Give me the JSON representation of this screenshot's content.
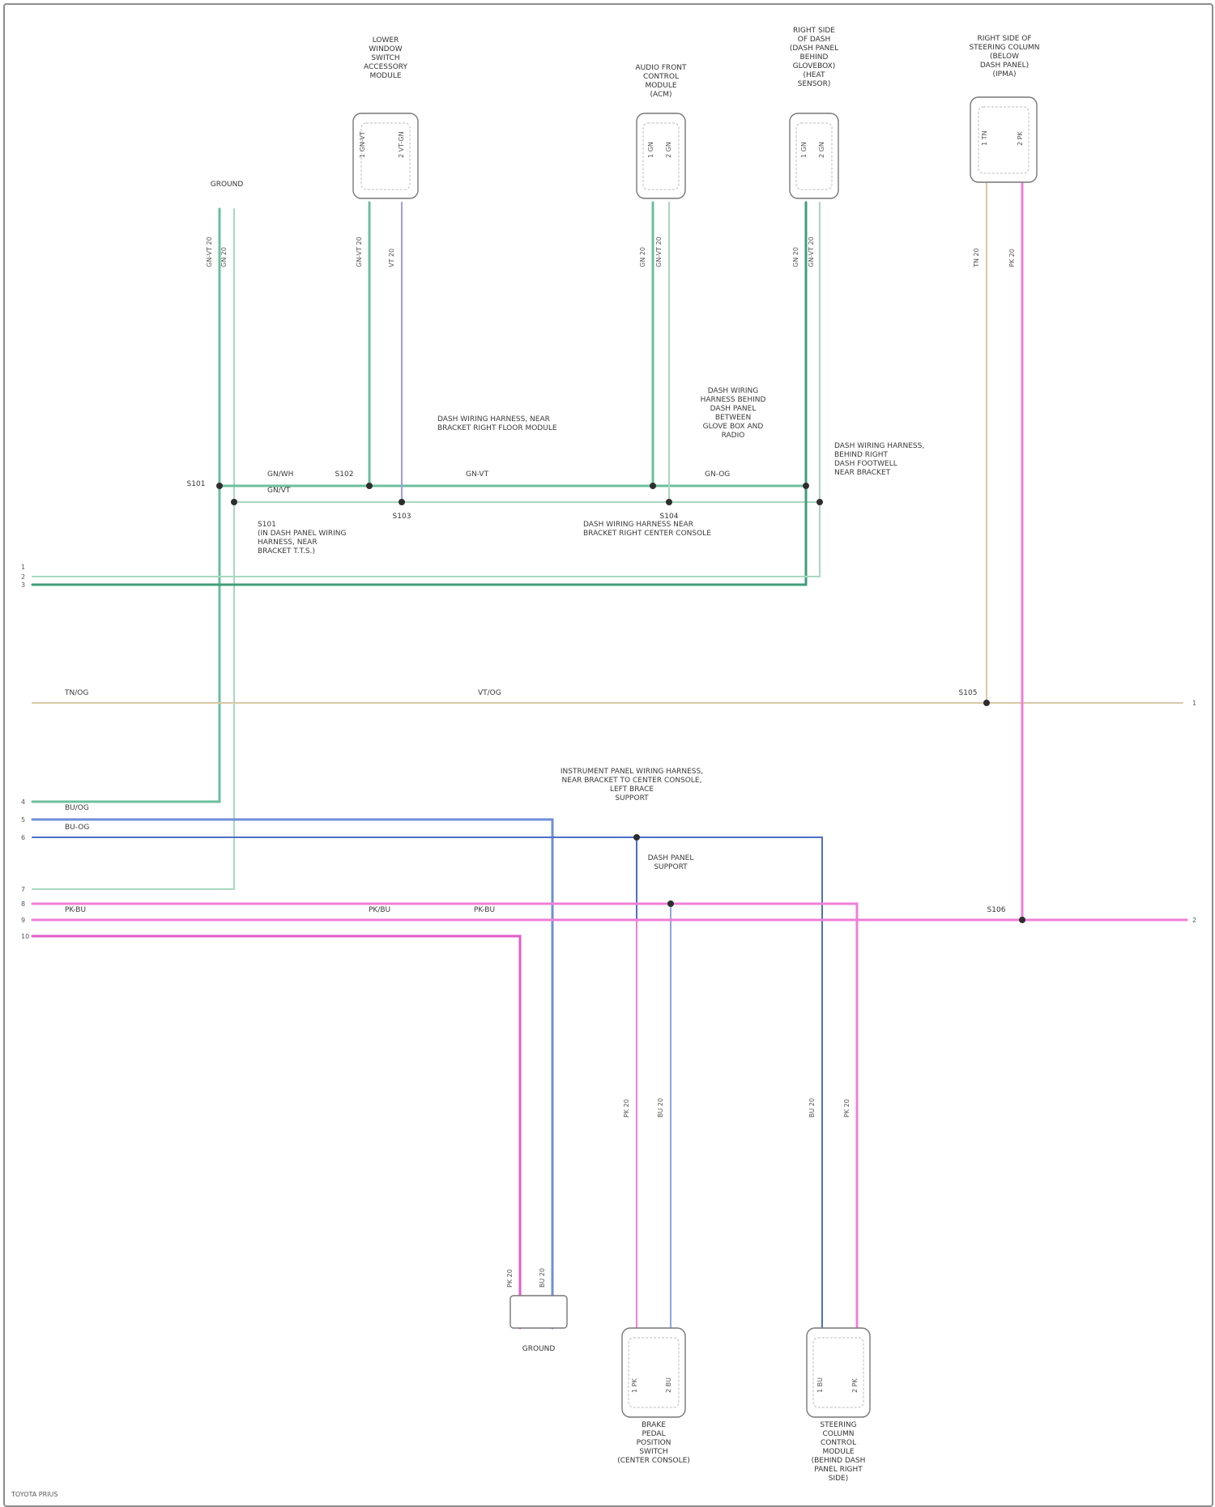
{
  "colors": {
    "green": "#6cbf9c",
    "green_dark": "#3f9e7a",
    "tan": "#d8c7a6",
    "blue": "#6f8fd8",
    "blue_dark": "#4b6fc6",
    "pink": "#ef7fd8",
    "pink_dark": "#e25ccb",
    "lavender": "#b9a6e6"
  },
  "top_components": {
    "c1": "LOWER\nWINDOW\nSWITCH\nACCESSORY\nMODULE",
    "c2": "AUDIO FRONT\nCONTROL\nMODULE\n(ACM)",
    "c3": "RIGHT SIDE\nOF DASH\n(DASH PANEL\nBEHIND\nGLOVEBOX)\n(HEAT\nSENSOR)",
    "c4": "RIGHT SIDE OF\nSTEERING COLUMN\n(BELOW\nDASH PANEL)\n(IPMA)",
    "ground": "GROUND"
  },
  "bottom_components": {
    "c5": "BRAKE\nPEDAL\nPOSITION\nSWITCH\n(CENTER CONSOLE)",
    "c6": "STEERING\nCOLUMN\nCONTROL\nMODULE\n(BEHIND DASH\nPANEL RIGHT\nSIDE)"
  },
  "ground_bottom": "GROUND",
  "splices": {
    "s101": "S101",
    "s102": "S102",
    "s103": "S103",
    "s104": "S104",
    "s105": "S105",
    "s106": "S106"
  },
  "notes": {
    "n1": "S101\n(IN DASH PANEL WIRING\nHARNESS, NEAR\nBRACKET T.T.S.)",
    "n2": "DASH WIRING HARNESS, NEAR\nBRACKET RIGHT FLOOR MODULE",
    "n3": "DASH WIRING\nHARNESS BEHIND\nDASH PANEL\nBETWEEN\nGLOVE BOX AND\nRADIO",
    "n4": "DASH WIRING HARNESS,\nBEHIND RIGHT\nDASH FOOTWELL\nNEAR BRACKET",
    "n5": "DASH WIRING HARNESS NEAR\nBRACKET RIGHT CENTER CONSOLE",
    "n6": "INSTRUMENT PANEL WIRING HARNESS,\nNEAR BRACKET TO CENTER CONSOLE,\nLEFT BRACE\nSUPPORT",
    "n7": "DASH PANEL\nSUPPORT"
  },
  "left_terminals": [
    "1",
    "2",
    "3",
    "4",
    "5",
    "6",
    "7",
    "8",
    "9",
    "10"
  ],
  "right_terminals": [
    "1",
    "2"
  ],
  "circuit_labels": {
    "a1": "GN/WH",
    "a2": "GN/VT",
    "a3": "GN-VT",
    "a4": "TN/OG",
    "a5": "BU/OG",
    "a6": "BU-OG",
    "a7": "VT/OG",
    "a8": "PK-BU",
    "a9": "PK/BU",
    "a10": "PK-BU",
    "a11": "GN-OG"
  },
  "footer": "TOYOTA PRIUS"
}
